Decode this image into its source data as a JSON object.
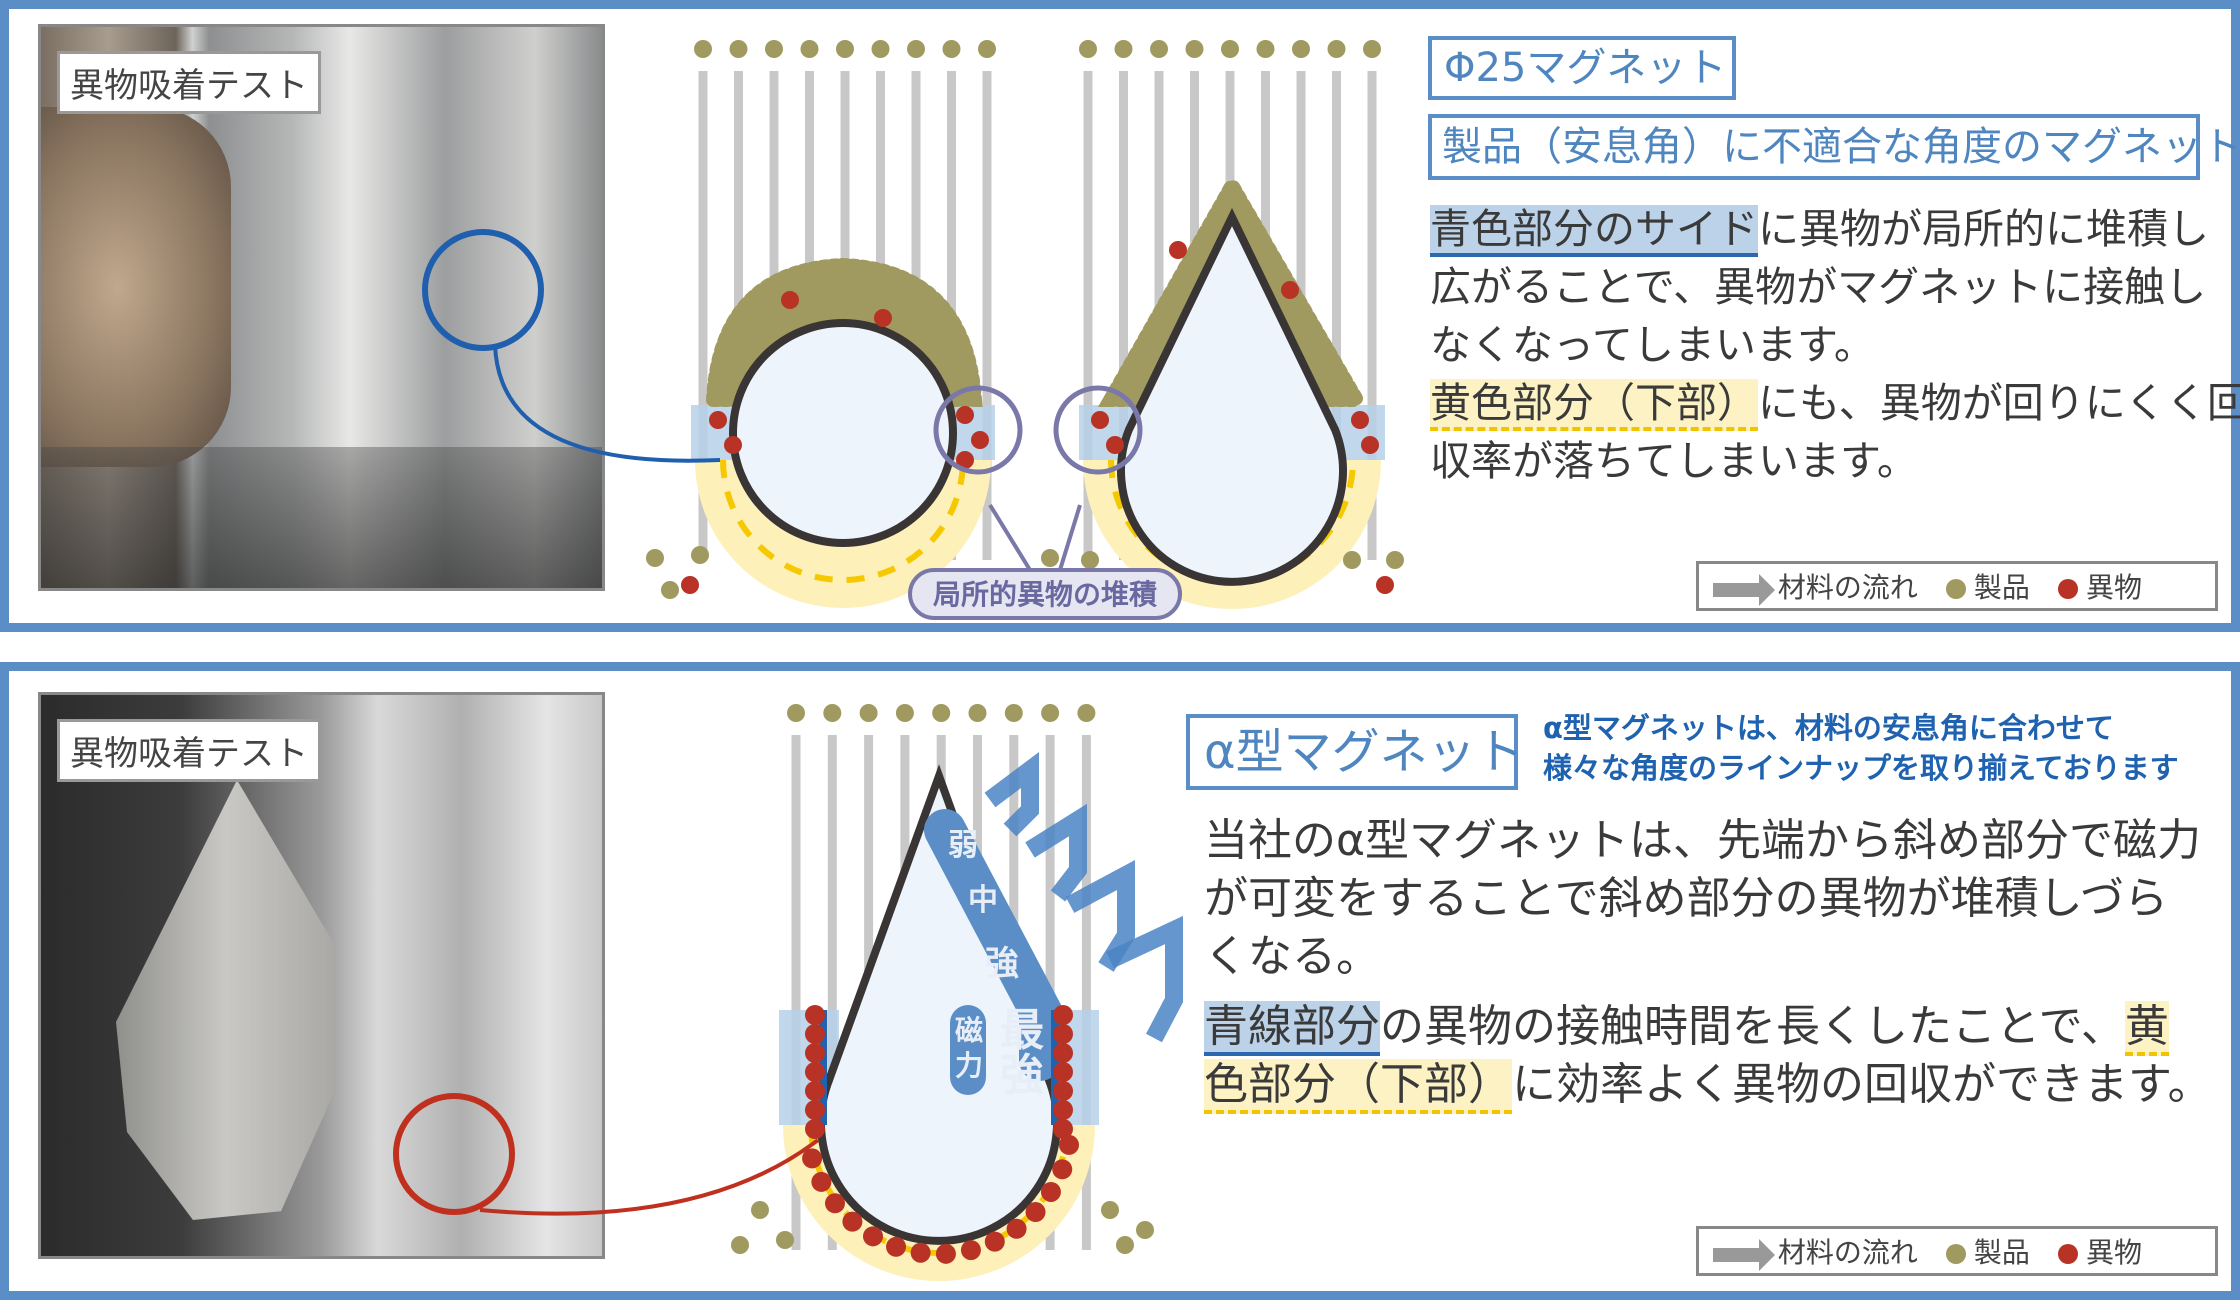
{
  "top": {
    "photo_label": "異物吸着テスト",
    "title": "Φ25マグネット",
    "subtitle": "製品（安息角）に不適合な角度のマグネット",
    "paragraph": {
      "l1_hl": "青色部分のサイド",
      "l1_rest": "に異物が局所的に堆積し",
      "l2": "広がることで、異物がマグネットに接触し",
      "l3": "なくなってしまいます。",
      "l4_hl": "黄色部分（下部）",
      "l4_rest": "にも、異物が回りにくく回",
      "l5": "収率が落ちてしまいます。"
    },
    "callout": "局所的異物の堆積",
    "legend": {
      "flow": "材料の流れ",
      "product": "製品",
      "foreign": "異物"
    }
  },
  "bottom": {
    "photo_label": "異物吸着テスト",
    "title": "α型マグネット",
    "note_l1": "α型マグネットは、材料の安息角に合わせて",
    "note_l2": "様々な角度のラインナップを取り揃えております",
    "paragraph": {
      "l1": "当社のα型マグネットは、先端から斜め部分で磁力",
      "l2": "が可変をすることで斜め部分の異物が堆積しづら",
      "l3": "くなる。",
      "l4_hl": "青線部分",
      "l4_rest": "の異物の接触時間を長くしたことで、",
      "l4_hl2": "黄",
      "l5_hl": "色部分（下部）",
      "l5_rest": "に効率よく異物の回収ができます。"
    },
    "strength_labels": [
      "弱",
      "中",
      "強"
    ],
    "strongest": "最強",
    "magnetic_force": "磁力",
    "legend": {
      "flow": "材料の流れ",
      "product": "製品",
      "foreign": "異物"
    }
  },
  "colors": {
    "frame": "#5b8ec6",
    "product": "#a09a60",
    "foreign": "#b83226",
    "magnet_fill": "#eef4fb",
    "blue_zone": "#b6d0e8",
    "yellow_zone": "#fdf0b8"
  }
}
